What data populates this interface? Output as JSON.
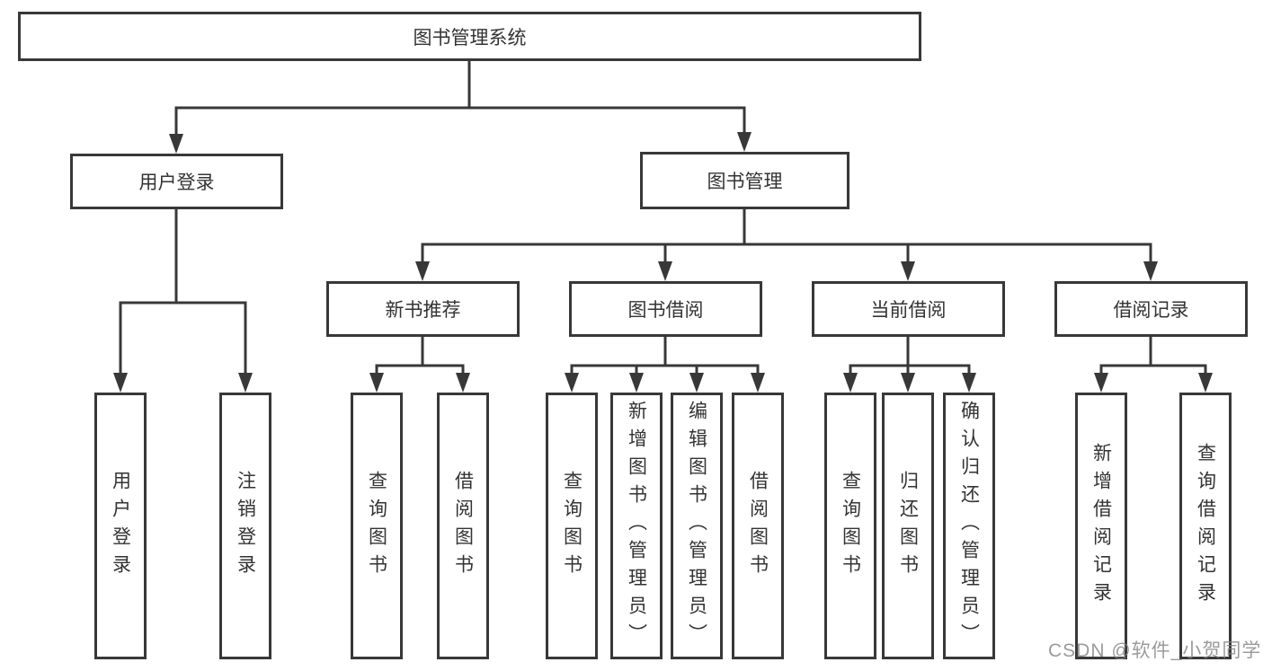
{
  "diagram": {
    "title": "图书管理系统",
    "level2": [
      {
        "id": "user-login",
        "label": "用户登录"
      },
      {
        "id": "book-management",
        "label": "图书管理"
      }
    ],
    "level3": [
      {
        "id": "new-book-recommend",
        "label": "新书推荐"
      },
      {
        "id": "book-borrow",
        "label": "图书借阅"
      },
      {
        "id": "current-borrow",
        "label": "当前借阅"
      },
      {
        "id": "borrow-records",
        "label": "借阅记录"
      }
    ],
    "leaves": {
      "user_login": [
        "用户登录",
        "注销登录"
      ],
      "new_book_recommend": [
        "查询图书",
        "借阅图书"
      ],
      "book_borrow": [
        "查询图书",
        "新增图书（管理员）",
        "编辑图书（管理员）",
        "借阅图书"
      ],
      "current_borrow": [
        "查询图书",
        "归还图书",
        "确认归还（管理员）"
      ],
      "borrow_records": [
        "新增借阅记录",
        "查询借阅记录"
      ]
    },
    "watermark": "CSDN @软件_小贺同学",
    "colors": {
      "line": "#383838",
      "text": "#333333",
      "watermark": "#828282",
      "background": "#ffffff"
    }
  }
}
